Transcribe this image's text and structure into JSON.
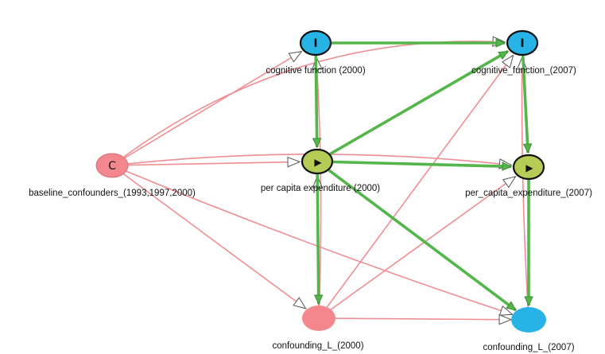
{
  "colors": {
    "pink_edge": "#ef8e93",
    "green_edge": "#53b54a",
    "exposure_node": "#b7cc56",
    "outcome_node": "#27b3e6",
    "adjusted_node": "#f4868d"
  },
  "nodes": {
    "cognitive_2000": {
      "label": "cognitive function (2000)",
      "glyph": "I",
      "kind": "outcome",
      "icon": "outcome-icon"
    },
    "cognitive_2007": {
      "label": "cognitive_function_(2007)",
      "glyph": "I",
      "kind": "outcome",
      "icon": "outcome-icon"
    },
    "baseline": {
      "label": "baseline_confounders_(1993,1997,2000)",
      "glyph": "C",
      "kind": "adjusted",
      "icon": "adjusted-icon"
    },
    "exp_2000": {
      "label": "per capita expenditure (2000)",
      "glyph": "▶",
      "kind": "exposure",
      "icon": "play-icon"
    },
    "exp_2007": {
      "label": "per_capita_expenditure_(2007)",
      "glyph": "▶",
      "kind": "exposure",
      "icon": "play-icon"
    },
    "conf_2000": {
      "label": "confounding_L_(2000)",
      "glyph": "",
      "kind": "adjusted"
    },
    "conf_2007": {
      "label": "confounding_L_(2007)",
      "glyph": "",
      "kind": "outcome"
    }
  },
  "edges": [
    {
      "from": "baseline",
      "to": "cognitive_2000",
      "type": "pink"
    },
    {
      "from": "baseline",
      "to": "cognitive_2007",
      "type": "pink"
    },
    {
      "from": "baseline",
      "to": "exp_2000",
      "type": "pink"
    },
    {
      "from": "baseline",
      "to": "exp_2007",
      "type": "pink"
    },
    {
      "from": "baseline",
      "to": "conf_2000",
      "type": "pink"
    },
    {
      "from": "baseline",
      "to": "conf_2007",
      "type": "pink"
    },
    {
      "from": "conf_2000",
      "to": "cognitive_2000",
      "type": "pink"
    },
    {
      "from": "conf_2000",
      "to": "cognitive_2007",
      "type": "pink"
    },
    {
      "from": "conf_2000",
      "to": "exp_2000",
      "type": "pink"
    },
    {
      "from": "conf_2000",
      "to": "exp_2007",
      "type": "pink"
    },
    {
      "from": "conf_2000",
      "to": "conf_2007",
      "type": "pink"
    },
    {
      "from": "conf_2007",
      "to": "cognitive_2007",
      "type": "pink"
    },
    {
      "from": "cognitive_2000",
      "to": "cognitive_2007",
      "type": "green"
    },
    {
      "from": "cognitive_2000",
      "to": "exp_2000",
      "type": "green"
    },
    {
      "from": "exp_2000",
      "to": "cognitive_2007",
      "type": "green"
    },
    {
      "from": "exp_2000",
      "to": "exp_2007",
      "type": "green"
    },
    {
      "from": "exp_2000",
      "to": "conf_2000",
      "type": "green"
    },
    {
      "from": "exp_2000",
      "to": "conf_2007",
      "type": "green"
    },
    {
      "from": "cognitive_2007",
      "to": "exp_2007",
      "type": "green"
    },
    {
      "from": "exp_2007",
      "to": "conf_2007",
      "type": "green"
    }
  ]
}
